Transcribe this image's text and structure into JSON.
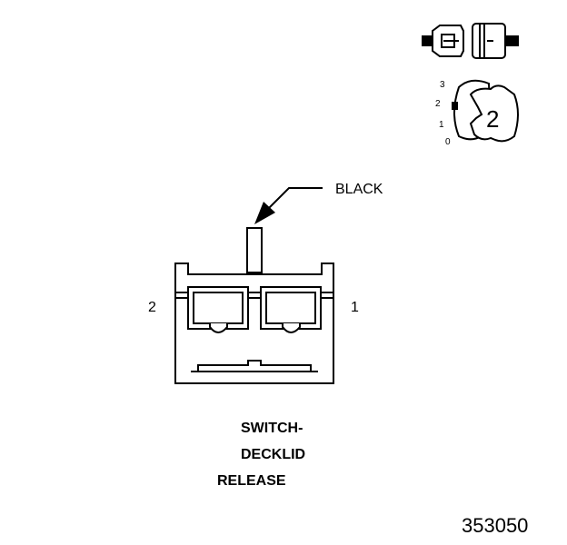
{
  "wire_color_label": "BLACK",
  "pin_labels": {
    "left": "2",
    "right": "1"
  },
  "component_title": [
    "SWITCH-",
    "DECKLID",
    "RELEASE"
  ],
  "figure_number": "353050",
  "connector_position": {
    "scale": [
      "3",
      "2",
      "1",
      "0"
    ],
    "selected": "2"
  }
}
